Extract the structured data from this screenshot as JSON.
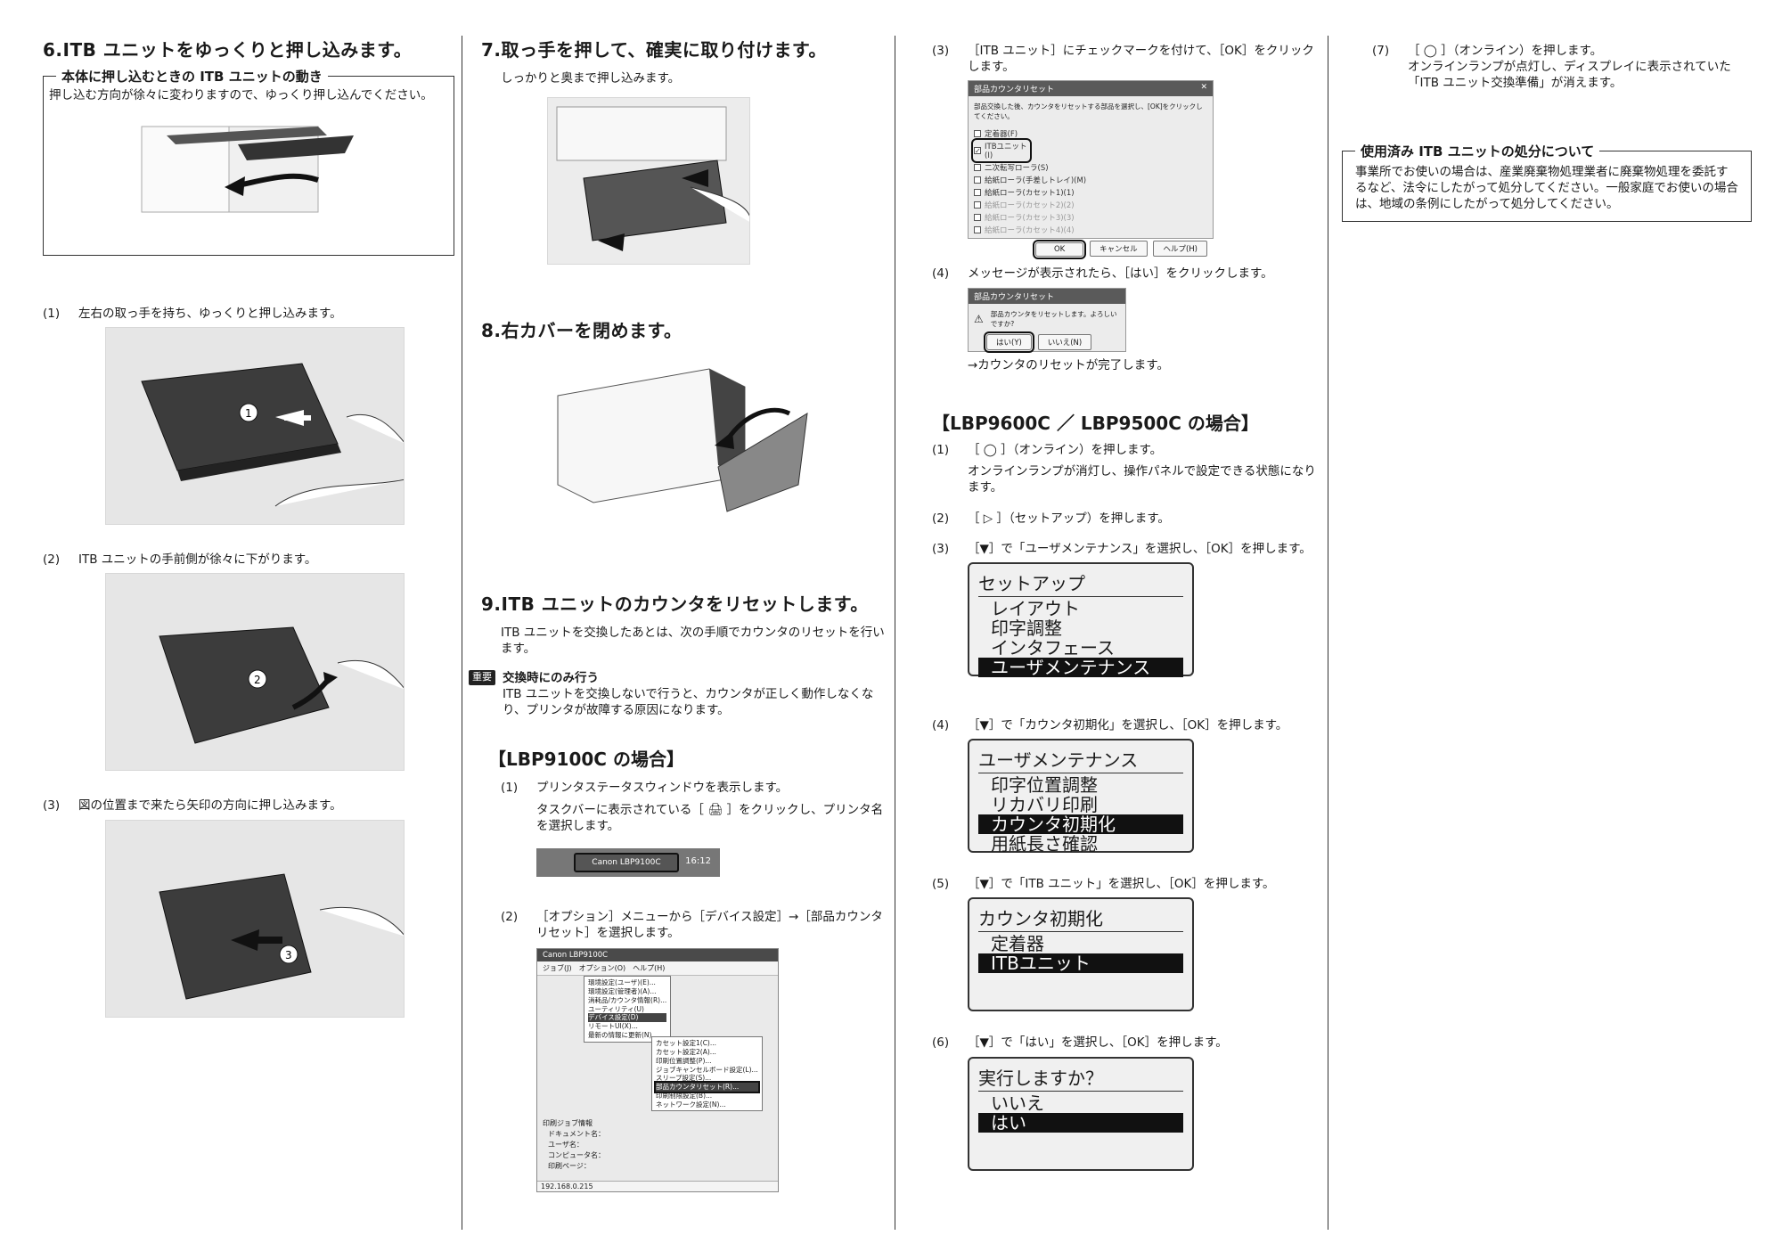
{
  "col1": {
    "heading": "6.ITB ユニットをゆっくりと押し込みます。",
    "box_title": "本体に押し込むときの ITB ユニットの動き",
    "box_text": "押し込む方向が徐々に変わりますので、ゆっくり押し込んでください。",
    "steps": [
      {
        "num": "(1)",
        "text": "左右の取っ手を持ち、ゆっくりと押し込みます。",
        "callout": "1"
      },
      {
        "num": "(2)",
        "text": "ITB ユニットの手前側が徐々に下がります。",
        "callout": "2"
      },
      {
        "num": "(3)",
        "text": "図の位置まで来たら矢印の方向に押し込みます。",
        "callout": "3"
      }
    ]
  },
  "col2": {
    "step7_heading": "7.取っ手を押して、確実に取り付けます。",
    "step7_text": "しっかりと奥まで押し込みます。",
    "step8_heading": "8.右カバーを閉めます。",
    "step9_heading": "9.ITB ユニットのカウンタをリセットします。",
    "step9_text": "ITB ユニットを交換したあとは、次の手順でカウンタのリセットを行います。",
    "important_badge": "重要",
    "important_title": "交換時にのみ行う",
    "important_text": "ITB ユニットを交換しないで行うと、カウンタが正しく動作しなくなり、プリンタが故障する原因になります。",
    "lbp9100_heading": "【LBP9100C の場合】",
    "s1_num": "(1)",
    "s1_text": "プリンタステータスウィンドウを表示します。",
    "s1_sub": "タスクバーに表示されている［ 🖨 ］をクリックし、プリンタ名を選択します。",
    "taskbar_button": "Canon LBP9100C",
    "taskbar_time": "16:12",
    "s2_num": "(2)",
    "s2_text": "［オプション］メニューから［デバイス設定］→［部品カウンタリセット］を選択します。",
    "win_title": "Canon LBP9100C",
    "win_menu": "ジョブ(J)　オプション(O)　ヘルプ(H)",
    "menu1": [
      "環境設定(ユーザ)(E)...",
      "環境設定(管理者)(A)...",
      "消耗品/カウンタ情報(R)...",
      "ユーティリティ(U)",
      "デバイス設定(D)",
      "リモートUI(X)...",
      "最新の情報に更新(N)"
    ],
    "menu2": [
      "カセット設定1(C)...",
      "カセット設定2(A)...",
      "印刷位置調整(P)...",
      "ジョブキャンセルボード設定(L)...",
      "スリープ設定(S)...",
      "部品カウンタリセット(R)...",
      "印刷制限設定(B)...",
      "ネットワーク設定(N)..."
    ],
    "win_footer_labels": [
      "印刷ジョブ情報",
      "ドキュメント名：",
      "ユーザ名：",
      "コンピュータ名：",
      "印刷ページ："
    ],
    "win_status": "192.168.0.215"
  },
  "col3": {
    "s3_num": "(3)",
    "s3_text": "［ITB ユニット］にチェックマークを付けて、［OK］をクリックします。",
    "dialog1_title": "部品カウンタリセット",
    "dialog1_text": "部品交換した後、カウンタをリセットする部品を選択し、[OK]をクリックしてください。",
    "dialog1_items": [
      "定着器(F)",
      "ITBユニット(I)",
      "二次転写ローラ(S)",
      "給紙ローラ(手差しトレイ)(M)",
      "給紙ローラ(カセット1)(1)",
      "給紙ローラ(カセット2)(2)",
      "給紙ローラ(カセット3)(3)",
      "給紙ローラ(カセット4)(4)"
    ],
    "dialog1_ok": "OK",
    "dialog1_cancel": "キャンセル",
    "dialog1_help": "ヘルプ(H)",
    "s4_num": "(4)",
    "s4_text": "メッセージが表示されたら、［はい］をクリックします。",
    "dialog2_title": "部品カウンタリセット",
    "dialog2_text": "部品カウンタをリセットします。よろしいですか?",
    "dialog2_yes": "はい(Y)",
    "dialog2_no": "いいえ(N)",
    "s4_result": "→カウンタのリセットが完了します。",
    "lbp9600_heading": "【LBP9600C ／ LBP9500C の場合】",
    "p1_num": "(1)",
    "p1_text": "［ ◯ ］（オンライン）を押します。",
    "p1_sub": "オンラインランプが消灯し、操作パネルで設定できる状態になります。",
    "p2_num": "(2)",
    "p2_text": "［ ▷ ］（セットアップ）を押します。",
    "p3_num": "(3)",
    "p3_text": "［▼］で「ユーザメンテナンス」を選択し、［OK］を押します。",
    "lcd1": {
      "title": "セットアップ",
      "items": [
        "レイアウト",
        "印字調整",
        "インタフェース",
        "ユーザメンテナンス"
      ],
      "selected": 3
    },
    "p4_num": "(4)",
    "p4_text": "［▼］で「カウンタ初期化」を選択し、［OK］を押します。",
    "lcd2": {
      "title": "ユーザメンテナンス",
      "items": [
        "印字位置調整",
        "リカバリ印刷",
        "カウンタ初期化",
        "用紙長さ確認"
      ],
      "selected": 2
    },
    "p5_num": "(5)",
    "p5_text": "［▼］で「ITB ユニット」を選択し、［OK］を押します。",
    "lcd3": {
      "title": "カウンタ初期化",
      "items": [
        "定着器",
        "ITBユニット"
      ],
      "selected": 1
    },
    "p6_num": "(6)",
    "p6_text": "［▼］で「はい」を選択し、［OK］を押します。",
    "lcd4": {
      "title": "実行しますか？",
      "items": [
        "いいえ",
        "はい"
      ],
      "selected": 1
    }
  },
  "col4": {
    "p7_num": "(7)",
    "p7_text": "［ ◯ ］（オンライン）を押します。",
    "p7_sub": "オンラインランプが点灯し、ディスプレイに表示されていた「ITB ユニット交換準備」が消えます。",
    "box_title": "使用済み ITB ユニットの処分について",
    "box_text": "事業所でお使いの場合は、産業廃棄物処理業者に廃棄物処理を委託するなど、法令にしたがって処分してください。一般家庭でお使いの場合は、地域の条例にしたがって処分してください。"
  }
}
